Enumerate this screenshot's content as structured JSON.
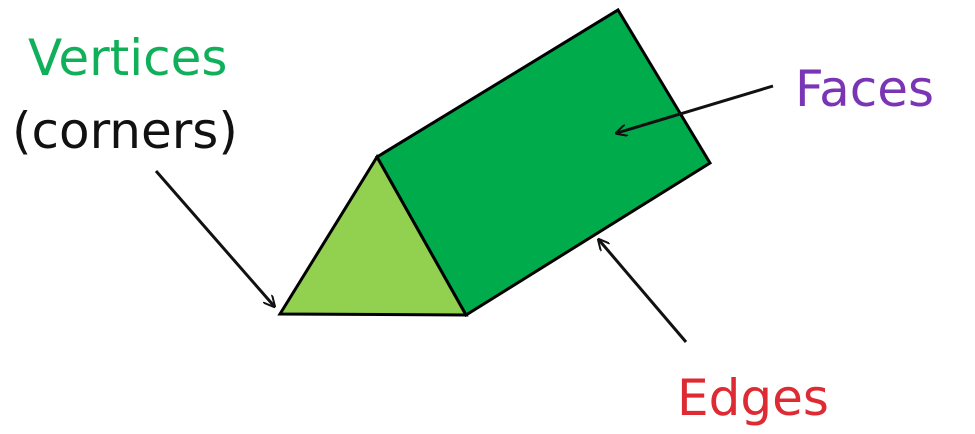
{
  "labels": {
    "vertices": "Vertices",
    "corners": "(corners)",
    "faces": "Faces",
    "edges": "Edges"
  },
  "colors": {
    "vertices": "#10b05a",
    "corners": "#111111",
    "faces": "#7a35b5",
    "edges": "#dd2a33",
    "prism_face": "#00ab4b",
    "triangle_face": "#92d050",
    "outline": "#000000",
    "arrow": "#111111"
  }
}
